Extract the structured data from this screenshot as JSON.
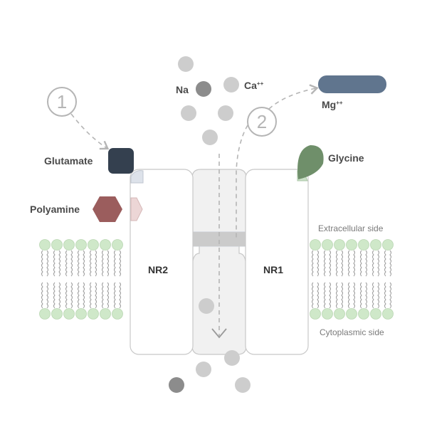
{
  "labels": {
    "sodium": "Na",
    "calcium": "Ca",
    "calcium_charge": "++",
    "magnesium": "Mg",
    "magnesium_charge": "++",
    "glutamate": "Glutamate",
    "glycine": "Glycine",
    "polyamine": "Polyamine",
    "subunit_left": "NR2",
    "subunit_right": "NR1",
    "extracellular": "Extracellular side",
    "cytoplasmic": "Cytoplasmic side",
    "step_1": "1",
    "step_2": "2"
  },
  "colors": {
    "ion_light": "#cdcdcd",
    "ion_dark": "#8c8c8c",
    "magnesium_block": "#60758e",
    "glutamate": "#34404f",
    "glycine": "#6f8f6a",
    "polyamine": "#9b5d5d",
    "membrane_head": "#cfe8c9",
    "subunit_fill": "#ffffff",
    "subunit_stroke": "#c8c8c8",
    "pore_fill": "#f0f0f0"
  },
  "icons": [
    "magnesium-block-icon",
    "glutamate-square-icon",
    "glycine-leaf-icon",
    "polyamine-hexagon-icon"
  ]
}
